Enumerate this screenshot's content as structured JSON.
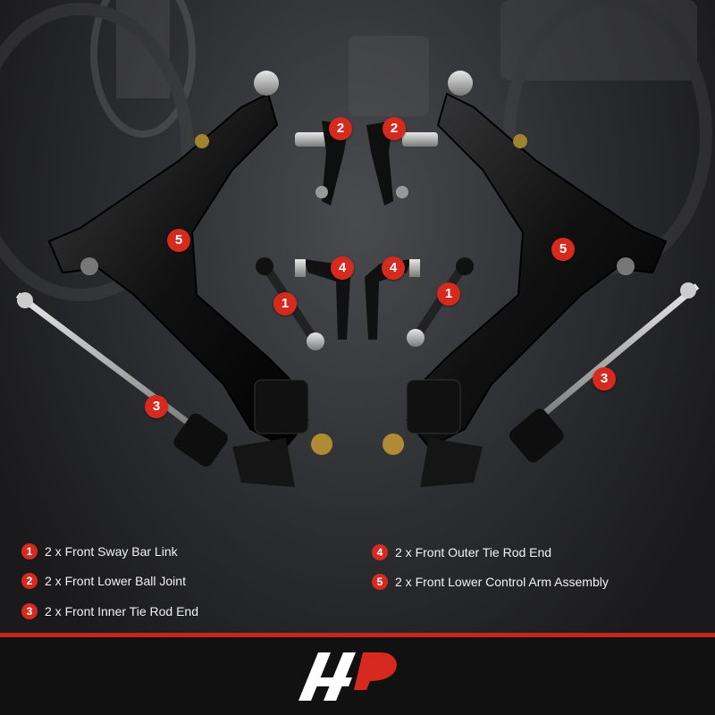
{
  "parts": [
    {
      "number": "1",
      "label": "2 x Front Sway Bar Link"
    },
    {
      "number": "2",
      "label": "2 x Front Lower Ball Joint"
    },
    {
      "number": "3",
      "label": "2 x Front Inner Tie Rod End"
    },
    {
      "number": "4",
      "label": "2 x Front Outer Tie Rod End"
    },
    {
      "number": "5",
      "label": "2 x Front Lower Control Arm Assembly"
    }
  ],
  "badges": {
    "left_arm": "5",
    "right_arm": "5",
    "left_ball_joint": "2",
    "right_ball_joint": "2",
    "left_outer_tie": "4",
    "right_outer_tie": "4",
    "left_sway": "1",
    "right_sway": "1",
    "left_inner_tie": "3",
    "right_inner_tie": "3"
  },
  "colors": {
    "accent": "#d62a1e",
    "background": "#2c2d30",
    "footer": "#111112"
  },
  "icons": {
    "brand_logo": "a-premium-logo"
  }
}
